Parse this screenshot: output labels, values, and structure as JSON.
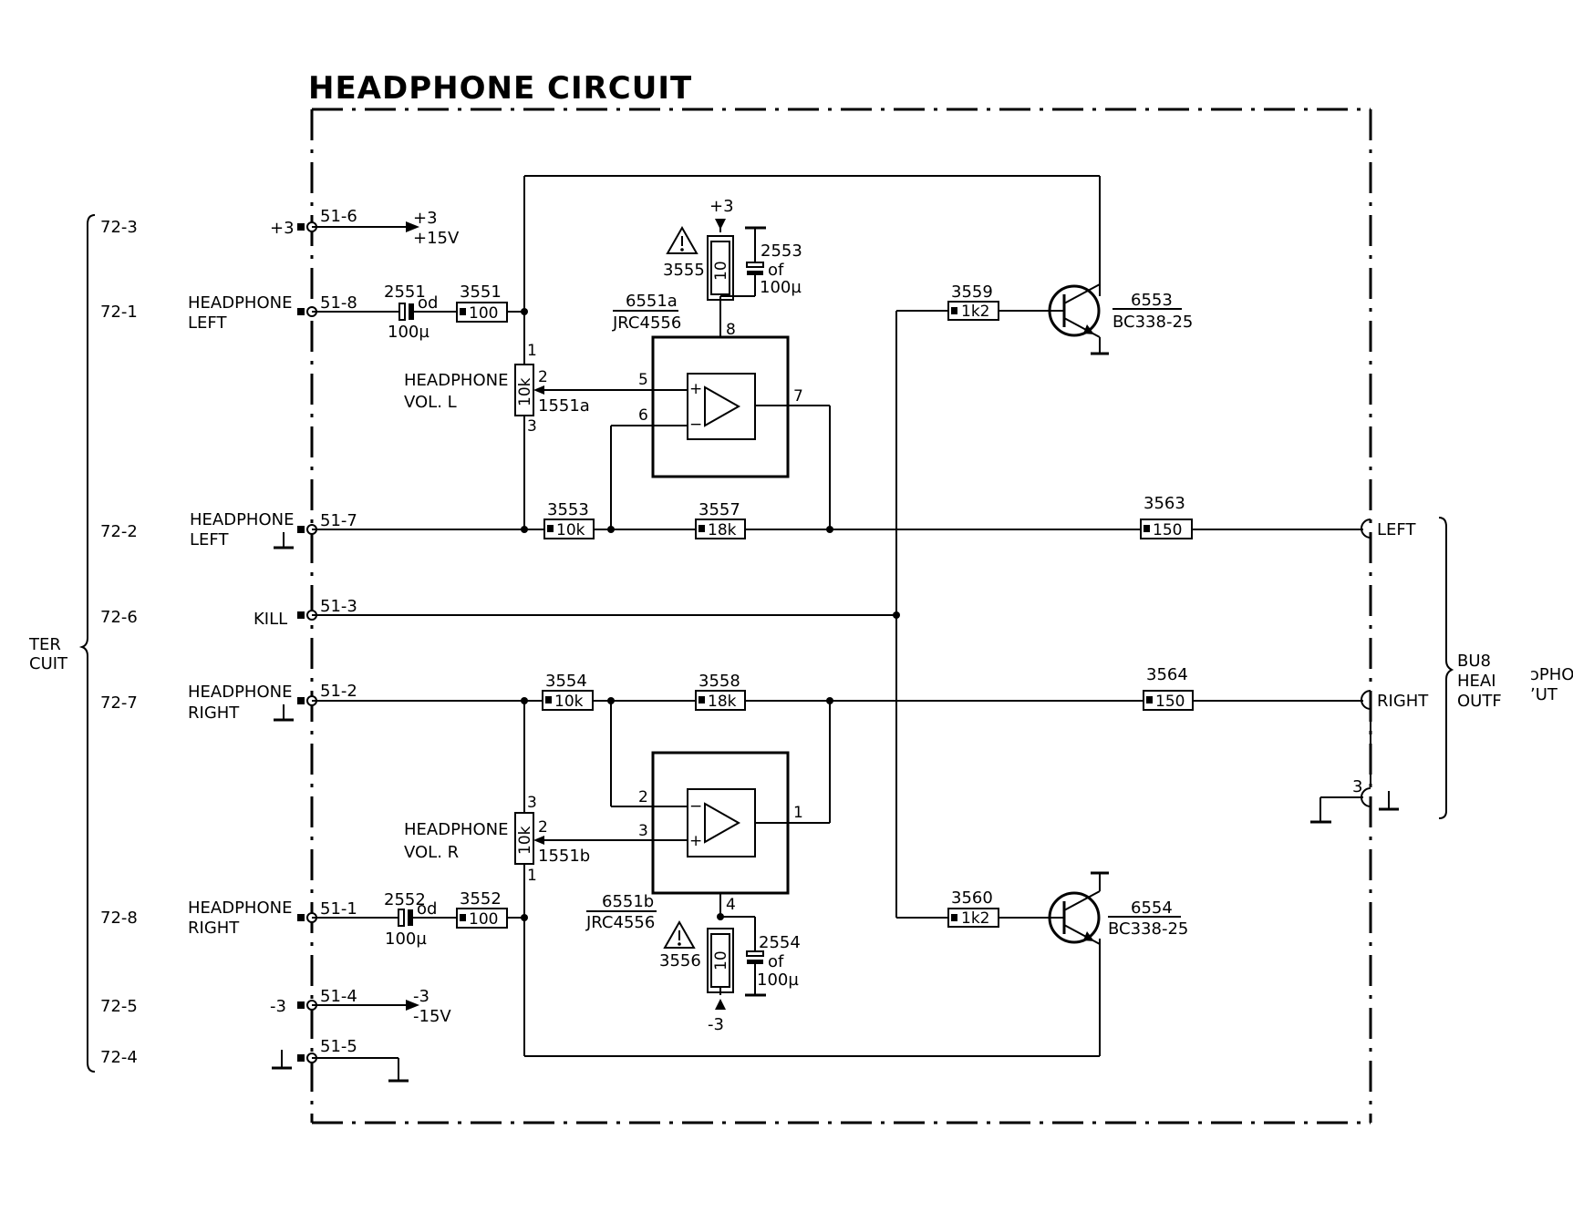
{
  "title": "HEADPHONE CIRCUIT",
  "left_connector": {
    "bracket_labels": [
      "TER",
      "CUIT"
    ],
    "rows": [
      {
        "pin": "72-3",
        "signal": "+3",
        "node": "51-6"
      },
      {
        "pin": "72-1",
        "signal": [
          "HEADPHONE",
          "LEFT"
        ],
        "node": "51-8"
      },
      {
        "pin": "72-2",
        "signal": [
          "HEADPHONE",
          "LEFT"
        ],
        "node": "51-7"
      },
      {
        "pin": "72-6",
        "signal": "KILL",
        "node": "51-3"
      },
      {
        "pin": "72-7",
        "signal": [
          "HEADPHONE",
          "RIGHT"
        ],
        "node": "51-2"
      },
      {
        "pin": "72-8",
        "signal": [
          "HEADPHONE",
          "RIGHT"
        ],
        "node": "51-1"
      },
      {
        "pin": "72-5",
        "signal": "-3",
        "node": "51-4"
      },
      {
        "pin": "72-4",
        "signal": "",
        "node": "51-5"
      }
    ]
  },
  "supply_arrows": {
    "top": [
      "+3",
      "+15V"
    ],
    "bottom": [
      "-3",
      "-15V"
    ]
  },
  "components": {
    "c2551": {
      "ref": "2551",
      "type": "od",
      "value": "100µ"
    },
    "c2552": {
      "ref": "2552",
      "type": "od",
      "value": "100µ"
    },
    "r3551": {
      "ref": "3551",
      "value": "100"
    },
    "r3552": {
      "ref": "3552",
      "value": "100"
    },
    "pot_l": {
      "ref": "1551a",
      "value": "10k",
      "label": [
        "HEADPHONE",
        "VOL.  L"
      ],
      "pins": [
        "1",
        "2",
        "3"
      ]
    },
    "pot_r": {
      "ref": "1551b",
      "value": "10k",
      "label": [
        "HEADPHONE",
        "VOL.  R"
      ],
      "pins": [
        "3",
        "2",
        "1"
      ]
    },
    "ic_a": {
      "ref": "6551a",
      "part": "JRC4556",
      "pins": {
        "supply": "8",
        "plus": "5",
        "minus": "6",
        "out": "7"
      }
    },
    "ic_b": {
      "ref": "6551b",
      "part": "JRC4556",
      "pins": {
        "supply": "4",
        "minus": "2",
        "plus": "3",
        "out": "1"
      }
    },
    "r3555": {
      "ref": "3555",
      "value": "10",
      "supply": "+3"
    },
    "r3556": {
      "ref": "3556",
      "value": "10",
      "supply": "-3"
    },
    "c2553": {
      "ref": "2553",
      "type": "of",
      "value": "100µ"
    },
    "c2554": {
      "ref": "2554",
      "type": "of",
      "value": "100µ"
    },
    "r3553": {
      "ref": "3553",
      "value": "10k"
    },
    "r3554": {
      "ref": "3554",
      "value": "10k"
    },
    "r3557": {
      "ref": "3557",
      "value": "18k"
    },
    "r3558": {
      "ref": "3558",
      "value": "18k"
    },
    "r3559": {
      "ref": "3559",
      "value": "1k2"
    },
    "r3560": {
      "ref": "3560",
      "value": "1k2"
    },
    "q6553": {
      "ref": "6553",
      "part": "BC338-25"
    },
    "q6554": {
      "ref": "6554",
      "part": "BC338-25"
    },
    "r3563": {
      "ref": "3563",
      "value": "150"
    },
    "r3564": {
      "ref": "3564",
      "value": "150"
    }
  },
  "right_connector": {
    "outputs": [
      "LEFT",
      "RIGHT"
    ],
    "ground_pin": "3",
    "bracket_labels": [
      "BU8",
      "HEAI",
      "OUTF"
    ],
    "clipped_labels": [
      "ɔPHO",
      "ʼUT"
    ]
  },
  "warning_icon": "warning-triangle-icon"
}
